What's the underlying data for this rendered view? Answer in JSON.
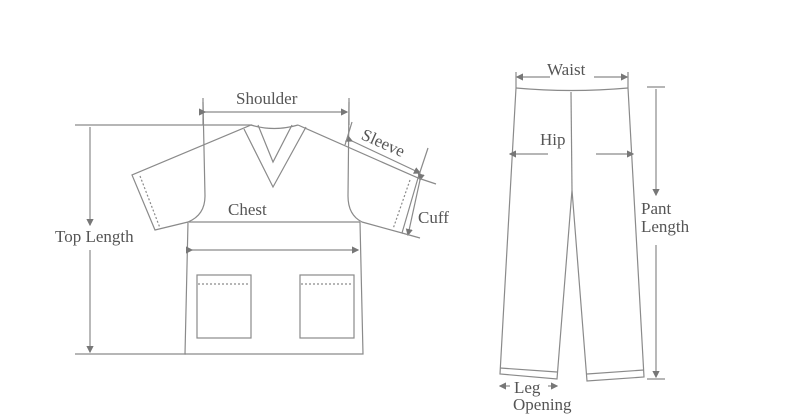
{
  "top": {
    "labels": {
      "shoulder": "Shoulder",
      "sleeve": "Sleeve",
      "chest": "Chest",
      "cuff": "Cuff",
      "top_length": "Top Length"
    }
  },
  "pants": {
    "labels": {
      "waist": "Waist",
      "hip": "Hip",
      "pant_length_line1": "Pant",
      "pant_length_line2": "Length",
      "leg_opening_line1": "Leg",
      "leg_opening_line2": "Opening"
    }
  },
  "colors": {
    "line": "#8a8a8a",
    "text": "#555555",
    "background": "#ffffff"
  }
}
